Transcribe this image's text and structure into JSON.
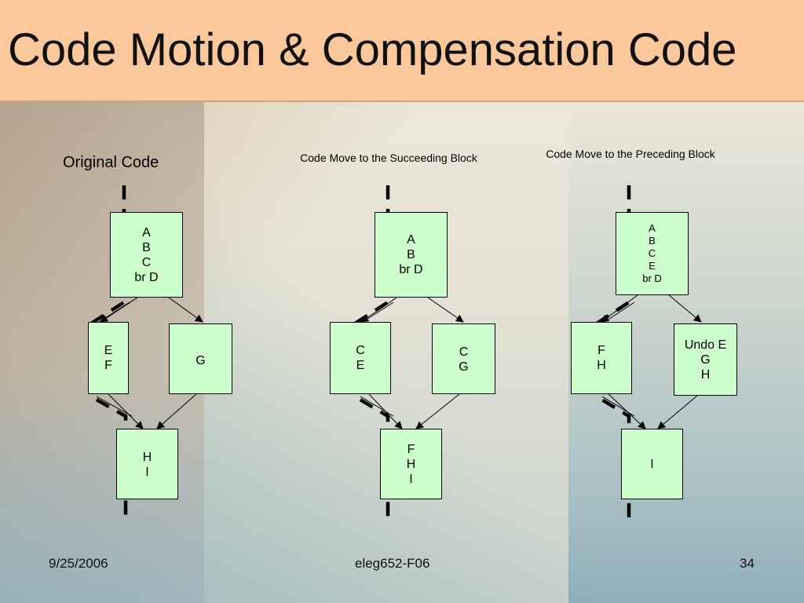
{
  "slide": {
    "title": "Code Motion & Compensation Code"
  },
  "columns": {
    "original": {
      "label": "Original Code"
    },
    "succeeding": {
      "label": "Code Move to the Succeeding Block"
    },
    "preceding": {
      "label": "Code Move to the Preceding Block"
    }
  },
  "blocks": {
    "original_top": [
      "A",
      "B",
      "C",
      "br D"
    ],
    "original_left": [
      "E",
      "F"
    ],
    "original_right": [
      "G"
    ],
    "original_bottom": [
      "H",
      "I"
    ],
    "succeeding_top": [
      "A",
      "B",
      "br D"
    ],
    "succeeding_left": [
      "C",
      "E"
    ],
    "succeeding_right": [
      "C",
      "G"
    ],
    "succeeding_bottom": [
      "F",
      "H",
      "I"
    ],
    "preceding_top": [
      "A",
      "B",
      "C",
      "E",
      "br D"
    ],
    "preceding_left": [
      "F",
      "H"
    ],
    "preceding_right": [
      "Undo E",
      "G",
      "H"
    ],
    "preceding_bottom": [
      "I"
    ]
  },
  "footer": {
    "date": "9/25/2006",
    "course": "eleg652-F06",
    "page": "34"
  },
  "colors": {
    "header": "#fbc89c",
    "block_fill": "#ccffcc"
  }
}
